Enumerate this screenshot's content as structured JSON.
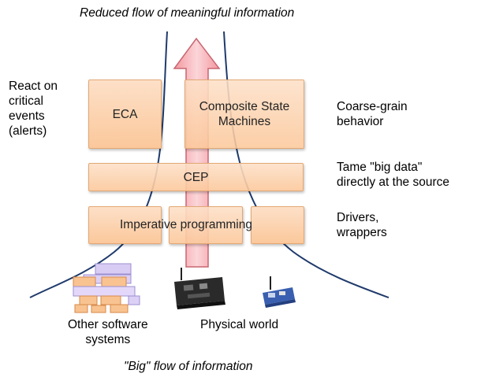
{
  "top_label": "Reduced flow of meaningful information",
  "bottom_label": "\"Big\" flow of information",
  "left_note": [
    "React on",
    "critical",
    "events",
    "(alerts)"
  ],
  "right_notes": {
    "coarse": [
      "Coarse-grain",
      "behavior"
    ],
    "bigdata": [
      "Tame \"big data\"",
      "directly at the source"
    ],
    "drivers": [
      "Drivers,",
      "wrappers"
    ]
  },
  "boxes": {
    "eca": "ECA",
    "csm": [
      "Composite State",
      "Machines"
    ],
    "cep": "CEP",
    "imperative": "Imperative programming"
  },
  "sources": {
    "software": [
      "Other software",
      "systems"
    ],
    "physical": "Physical world"
  },
  "icons": {
    "software": "software-systems-icon",
    "gateway": "hardware-gateway-icon",
    "sensor": "sensor-node-icon"
  },
  "colors": {
    "box_fill": "#fbc89b",
    "arrow_fill": "#f2a0a7",
    "funnel_stroke": "#1f3a6b"
  }
}
